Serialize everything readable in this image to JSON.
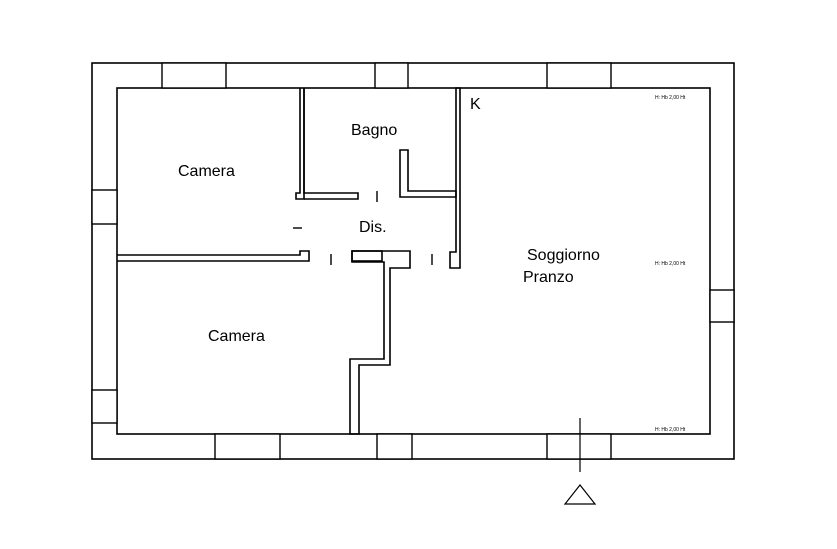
{
  "rooms": {
    "camera_top": "Camera",
    "bagno": "Bagno",
    "disimpegno": "Dis.",
    "kitchen_mark": "K",
    "soggiorno": "Soggiorno",
    "pranzo": "Pranzo",
    "camera_bottom": "Camera"
  },
  "window_notes": [
    "H: Hb 2,00 Ht",
    "H: Hb 2,00 Ht",
    "H: Hb 2,00 Ht"
  ],
  "entrance": {
    "symbol": "triangle-arrow"
  },
  "colors": {
    "line": "#000000",
    "background": "#ffffff"
  }
}
